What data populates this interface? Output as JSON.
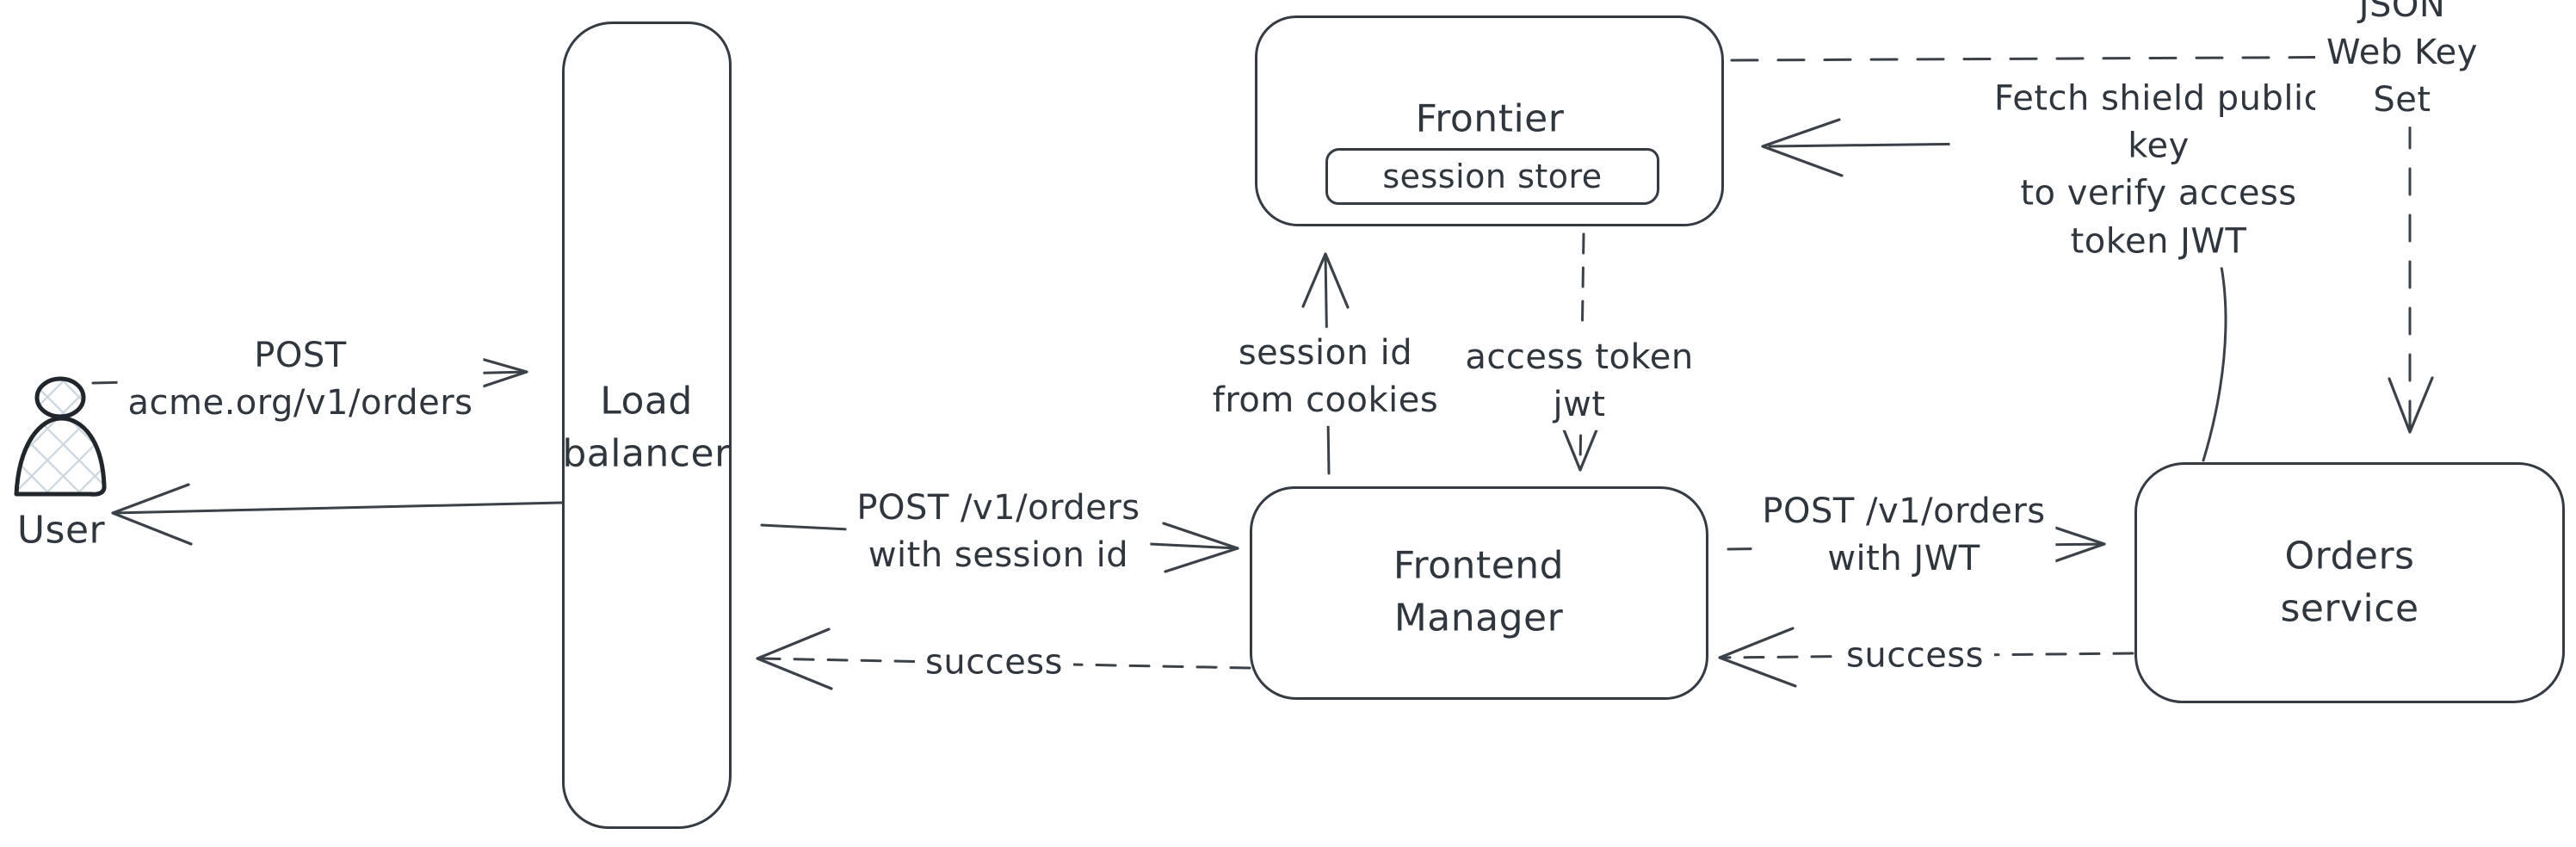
{
  "colors": {
    "stroke": "#3a4148",
    "box_border": "#343b43",
    "text": "#2f363d",
    "user_hatch": "#ccd6de",
    "background": "#ffffff"
  },
  "nodes": {
    "user": {
      "label": "User"
    },
    "load_balancer": {
      "label": "Load\nbalancer"
    },
    "frontier": {
      "label": "Frontier",
      "store_label": "session store"
    },
    "frontend_manager": {
      "label": "Frontend\nManager"
    },
    "orders_service": {
      "label": "Orders service"
    }
  },
  "edges": {
    "user_to_load_balancer": {
      "label": "POST\nacme.org/v1/orders",
      "style": "solid"
    },
    "load_balancer_to_user": {
      "label": "",
      "style": "solid"
    },
    "load_balancer_to_frontend_manager": {
      "label": "POST /v1/orders\nwith session id",
      "style": "solid"
    },
    "frontend_manager_to_frontier": {
      "label": "session id\nfrom cookies",
      "style": "solid"
    },
    "frontier_to_frontend_manager": {
      "label": "access token\njwt",
      "style": "dashed"
    },
    "frontend_manager_to_load_balancer": {
      "label": "success",
      "style": "dashed"
    },
    "frontend_manager_to_orders_service": {
      "label": "POST /v1/orders\nwith JWT",
      "style": "solid"
    },
    "orders_service_to_frontend_manager": {
      "label": "success",
      "style": "dashed"
    },
    "orders_service_to_frontier": {
      "label": "Fetch shield public key\nto verify access\ntoken JWT",
      "style": "solid"
    },
    "frontier_to_orders_service": {
      "label": "JSON Web Key Set",
      "style": "dashed"
    }
  }
}
